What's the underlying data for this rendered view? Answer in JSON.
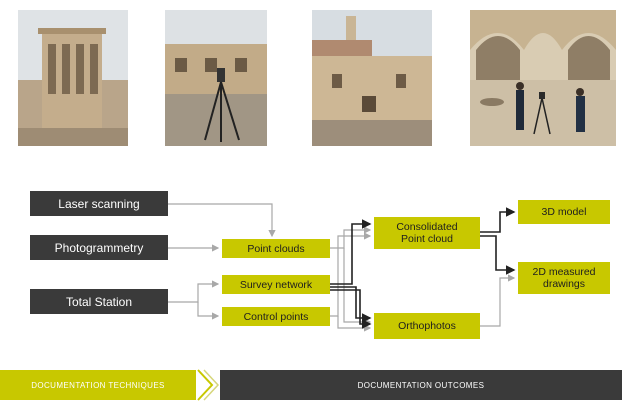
{
  "photos": [
    {
      "subject": "wind tower building"
    },
    {
      "subject": "laser scanner on tripod in courtyard"
    },
    {
      "subject": "minaret and courtyard walls"
    },
    {
      "subject": "surveyors with instrument under arches"
    }
  ],
  "inputs": {
    "laser_scanning": "Laser scanning",
    "photogrammetry": "Photogrammetry",
    "total_station": "Total Station"
  },
  "intermediate": {
    "point_clouds": "Point clouds",
    "survey_network": "Survey network",
    "control_points": "Control points"
  },
  "consolidated": {
    "point_cloud": "Consolidated\nPoint cloud",
    "orthophotos": "Orthophotos"
  },
  "outputs": {
    "model_3d": "3D model",
    "drawings_2d": "2D measured\ndrawings"
  },
  "footer": {
    "techniques": "DOCUMENTATION TECHNIQUES",
    "outcomes": "DOCUMENTATION OUTCOMES"
  },
  "colors": {
    "accent": "#c8c800",
    "dark": "#3a3a3a",
    "connector_light": "#a8a8a8",
    "connector_dark": "#222222"
  }
}
